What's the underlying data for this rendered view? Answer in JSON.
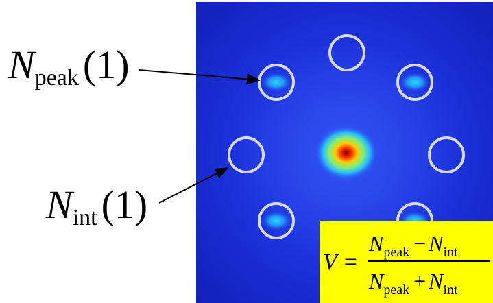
{
  "labels": {
    "peak": {
      "symbol": "N",
      "subscript": "peak",
      "arg": "(1)"
    },
    "int": {
      "symbol": "N",
      "subscript": "int",
      "arg": "(1)"
    }
  },
  "formula": {
    "lhs": "V",
    "equals": "=",
    "numerator": {
      "a": "N",
      "a_sub": "peak",
      "op": "−",
      "b": "N",
      "b_sub": "int"
    },
    "denominator": {
      "a": "N",
      "a_sub": "peak",
      "op": "+",
      "b": "N",
      "b_sub": "int"
    }
  },
  "colors": {
    "background": "#1b2fd6",
    "circle": "#d8d8f0",
    "formula_box": "#ffff00",
    "text": "#000000"
  }
}
